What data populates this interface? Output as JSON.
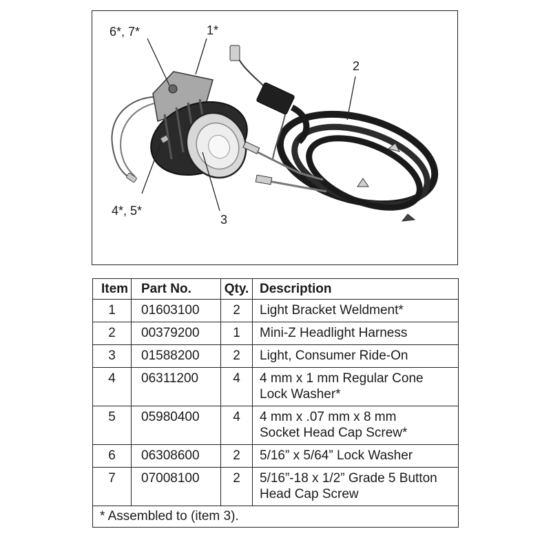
{
  "figure": {
    "callouts": {
      "c1": "1*",
      "c2": "2",
      "c3": "3",
      "c45": "4*, 5*",
      "c67": "6*, 7*"
    }
  },
  "table": {
    "headers": {
      "item": "Item",
      "part": "Part No.",
      "qty": "Qty.",
      "desc": "Description"
    },
    "rows": [
      {
        "item": "1",
        "part": "01603100",
        "qty": "2",
        "desc1": "Light Bracket Weldment*",
        "desc2": ""
      },
      {
        "item": "2",
        "part": "00379200",
        "qty": "1",
        "desc1": "Mini-Z Headlight Harness",
        "desc2": ""
      },
      {
        "item": "3",
        "part": "01588200",
        "qty": "2",
        "desc1": "Light, Consumer Ride-On",
        "desc2": ""
      },
      {
        "item": "4",
        "part": "06311200",
        "qty": "4",
        "desc1": "4 mm x 1 mm Regular Cone",
        "desc2": "Lock Washer*"
      },
      {
        "item": "5",
        "part": "05980400",
        "qty": "4",
        "desc1": "4 mm x .07 mm x 8 mm",
        "desc2": "Socket Head Cap Screw*"
      },
      {
        "item": "6",
        "part": "06308600",
        "qty": "2",
        "desc1": "5/16” x 5/64” Lock Washer",
        "desc2": ""
      },
      {
        "item": "7",
        "part": "07008100",
        "qty": "2",
        "desc1": "5/16”-18 x 1/2” Grade 5 Button",
        "desc2": "Head Cap Screw"
      }
    ],
    "footnote": "* Assembled to (item 3)."
  }
}
